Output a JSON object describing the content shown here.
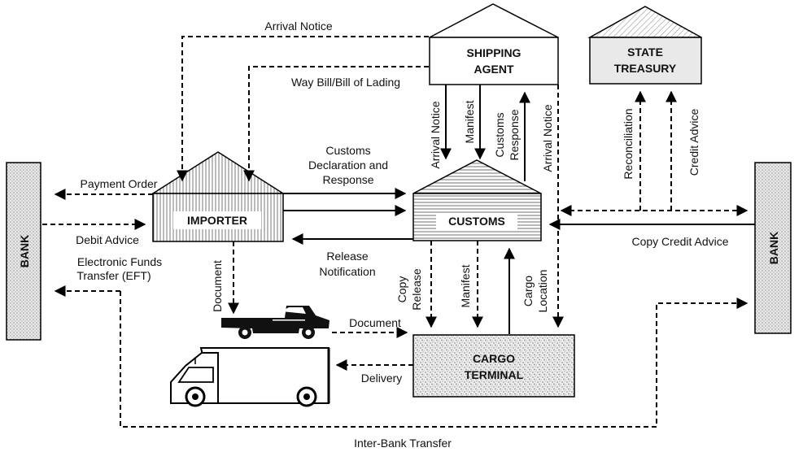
{
  "entities": {
    "bank_left": "BANK",
    "bank_right": "BANK",
    "importer": "IMPORTER",
    "customs": "CUSTOMS",
    "shipping_agent_1": "SHIPPING",
    "shipping_agent_2": "AGENT",
    "state_treasury_1": "STATE",
    "state_treasury_2": "TREASURY",
    "cargo_terminal_1": "CARGO",
    "cargo_terminal_2": "TERMINAL"
  },
  "flows": {
    "arrival_notice_top": "Arrival Notice",
    "way_bill": "Way Bill/Bill of Lading",
    "payment_order": "Payment Order",
    "debit_advice": "Debit Advice",
    "eft_1": "Electronic Funds",
    "eft_2": "Transfer (EFT)",
    "customs_decl_1": "Customs",
    "customs_decl_2": "Declaration and",
    "customs_decl_3": "Response",
    "release_notif_1": "Release",
    "release_notif_2": "Notification",
    "document_vertical": "Document",
    "document_horizontal": "Document",
    "delivery": "Delivery",
    "copy_release_1": "Copy",
    "copy_release_2": "Release",
    "manifest_lower": "Manifest",
    "cargo_location_1": "Cargo",
    "cargo_location_2": "Location",
    "arrival_notice_agent": "Arrival Notice",
    "manifest_upper": "Manifest",
    "customs_response_1": "Customs",
    "customs_response_2": "Response",
    "arrival_notice_right": "Arrival Notice",
    "reconciliation": "Reconciliation",
    "credit_advice": "Credit Advice",
    "copy_credit_advice": "Copy Credit Advice",
    "inter_bank_transfer": "Inter-Bank Transfer"
  }
}
